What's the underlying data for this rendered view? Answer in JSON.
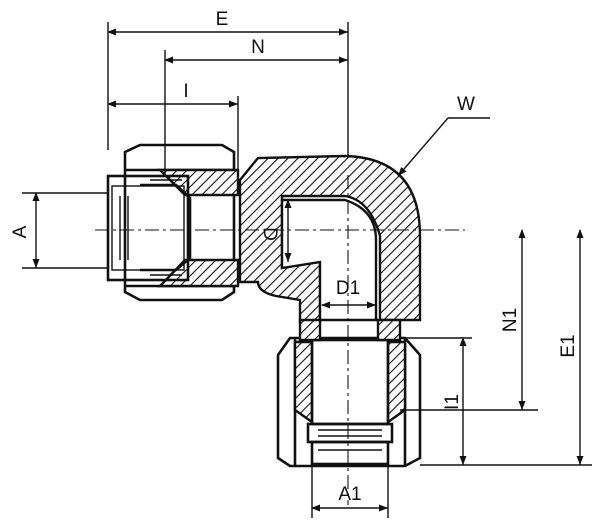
{
  "diagram": {
    "labels": {
      "E": "E",
      "N": "N",
      "I": "I",
      "W": "W",
      "A": "A",
      "D": "D",
      "D1": "D1",
      "N1": "N1",
      "E1": "E1",
      "I1": "I1",
      "A1": "A1"
    }
  }
}
